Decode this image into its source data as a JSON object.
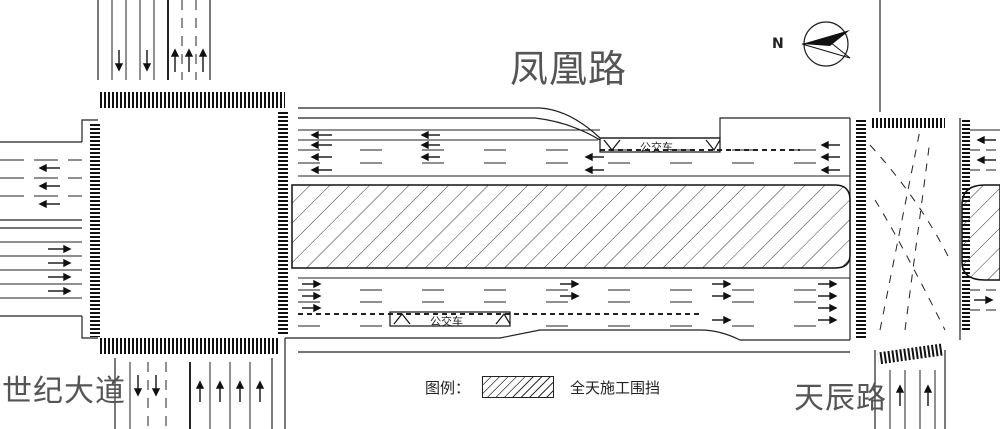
{
  "roads": {
    "north": "凤凰路",
    "west": "世纪大道",
    "east": "天辰路"
  },
  "legend": {
    "label": "图例：",
    "item": "全天施工围挡"
  },
  "bus_lane": {
    "upper": "公交车",
    "lower": "公交车"
  },
  "compass": {
    "north_letter": "N"
  },
  "colors": {
    "line": "#222222",
    "hatch": "#333333",
    "label": "#555555"
  }
}
